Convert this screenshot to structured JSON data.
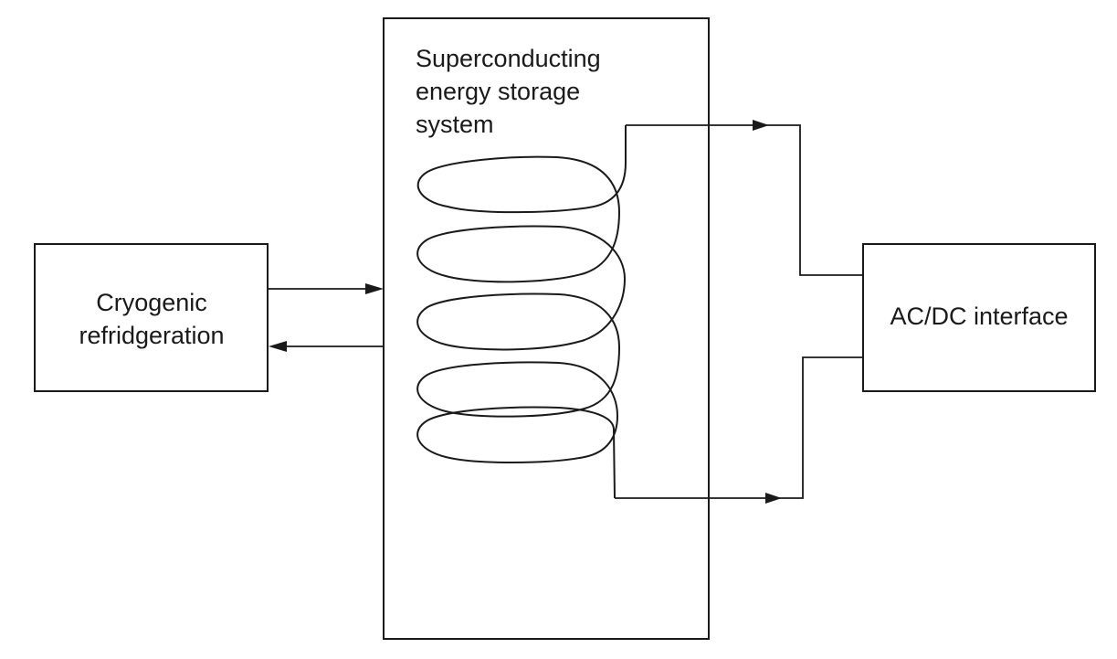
{
  "diagram": {
    "storage": {
      "line1": "Superconducting",
      "line2": "energy storage",
      "line3": "system"
    },
    "refrigeration": {
      "line1": "Cryogenic",
      "line2": "refridgeration"
    },
    "interface": {
      "label": "AC/DC interface"
    }
  }
}
